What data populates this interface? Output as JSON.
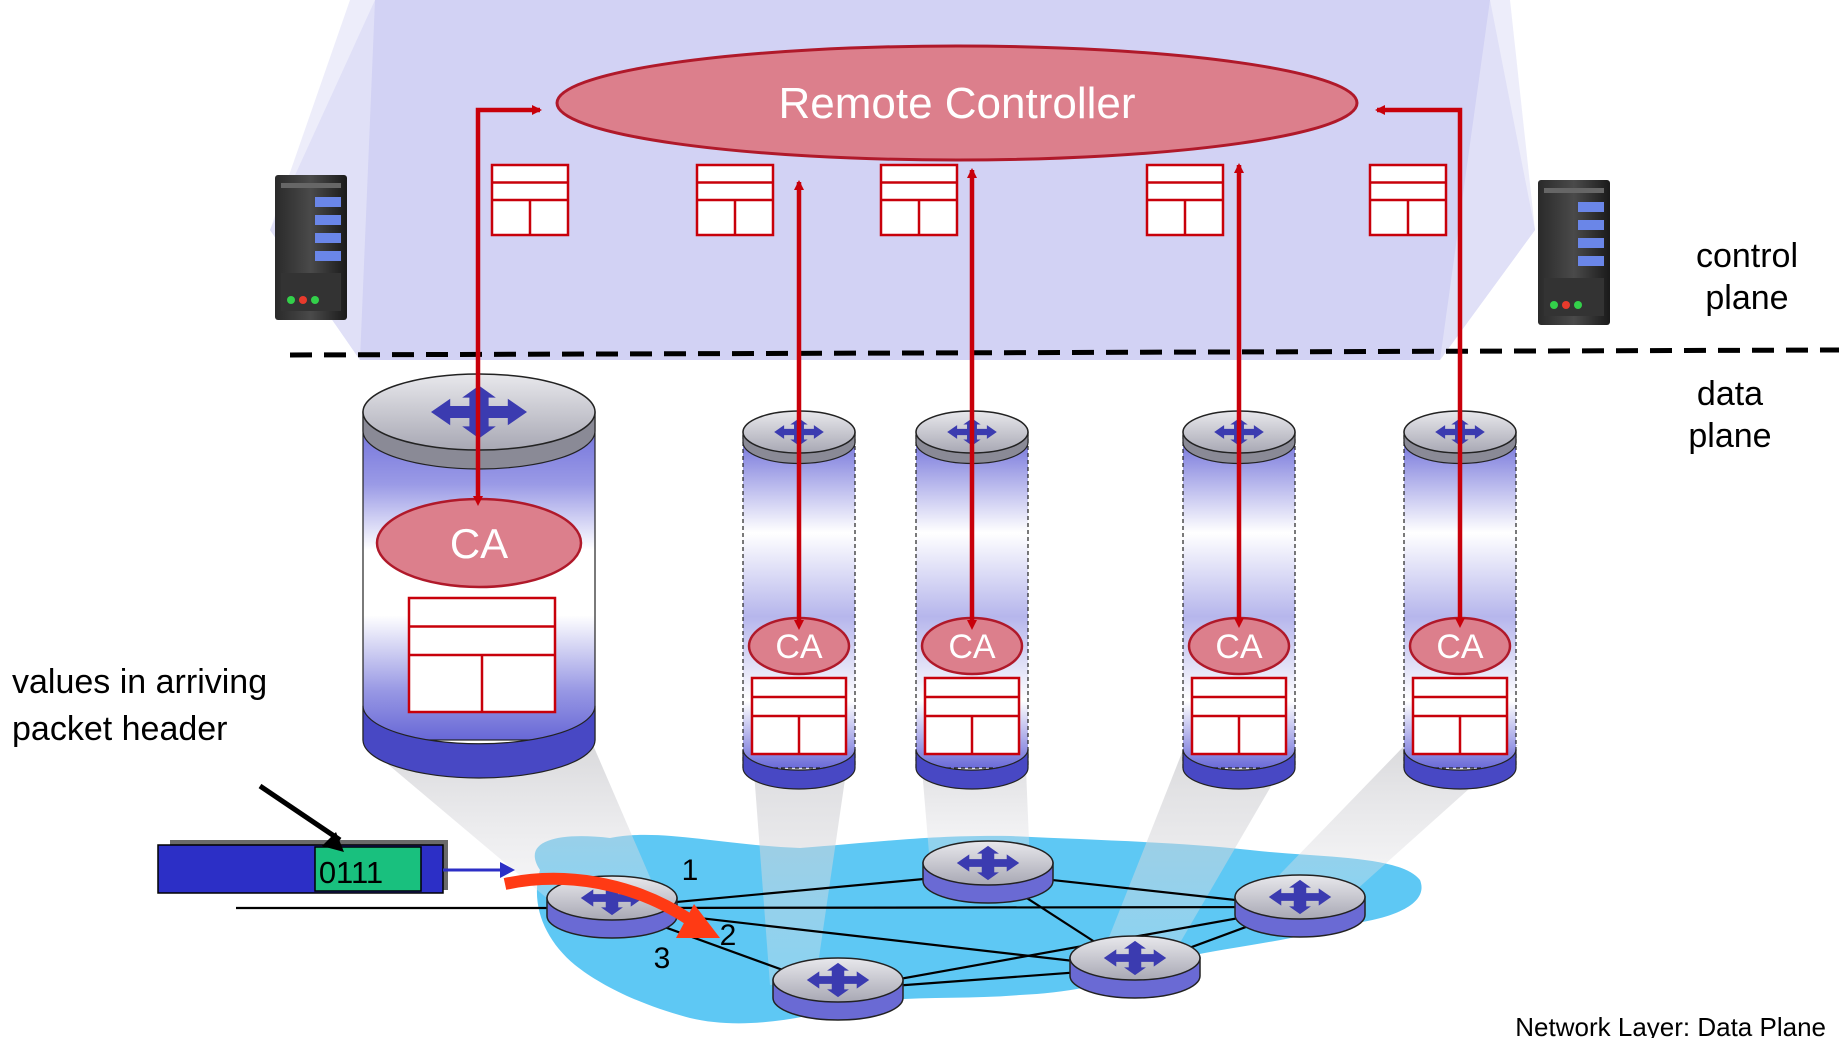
{
  "controller": {
    "label": "Remote Controller"
  },
  "planes": {
    "control_line1": "control",
    "control_line2": "plane",
    "data_line1": "data",
    "data_line2": "plane"
  },
  "agent_label": "CA",
  "packet": {
    "header_value": "0111",
    "caption_line1": "values in arriving",
    "caption_line2": "packet header"
  },
  "ports": [
    "1",
    "2",
    "3"
  ],
  "footer": "Network Layer: Data Plane",
  "colors": {
    "control_band": "#d2d2f4",
    "controller_fill": "#dc7f8c",
    "controller_stroke": "#b0192a",
    "arrow": "#c8000a",
    "table_stroke": "#c8000a",
    "cloud": "#5ec8f4",
    "packet_body": "#2c2fc6",
    "packet_field": "#19c07e",
    "flow_arrow": "#ff3a14"
  },
  "icons": [
    "server-icon",
    "router-icon",
    "switch-cross-icon",
    "flow-table-icon"
  ]
}
